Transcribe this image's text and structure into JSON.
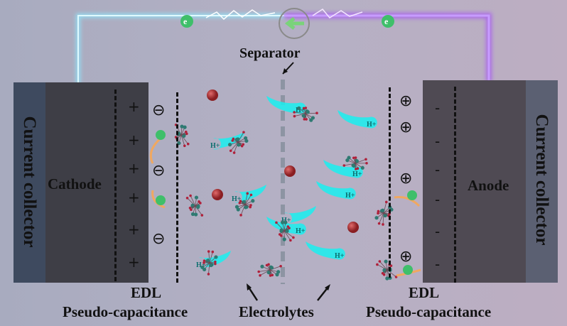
{
  "left": {
    "collector_label": "Current collector",
    "electrode_label": "Cathode",
    "electrode_charges": [
      "+",
      "+",
      "+",
      "+",
      "+",
      "+"
    ],
    "adsorbed_ions": [
      "⊖",
      "⊖",
      "⊖"
    ]
  },
  "right": {
    "collector_label": "Current collector",
    "electrode_label": "Anode",
    "electrode_charges": [
      "-",
      "-",
      "-",
      "-",
      "-",
      "-"
    ],
    "adsorbed_ions": [
      "⊕",
      "⊕",
      "⊕",
      "⊕"
    ]
  },
  "separator_label": "Separator",
  "bottom": {
    "left_edl": "EDL",
    "left_pseudo": "Pseudo-capacitance",
    "electrolytes": "Electrolytes",
    "right_edl": "EDL",
    "right_pseudo": "Pseudo-capacitance"
  },
  "symbols": {
    "proton": "H+",
    "electron": "e-"
  },
  "colors": {
    "cyan_wire": "#7fe6ff",
    "purple_wire": "#9a4fe0",
    "proton_glow": "#19f0f0",
    "electron": "#3fbf6a"
  }
}
